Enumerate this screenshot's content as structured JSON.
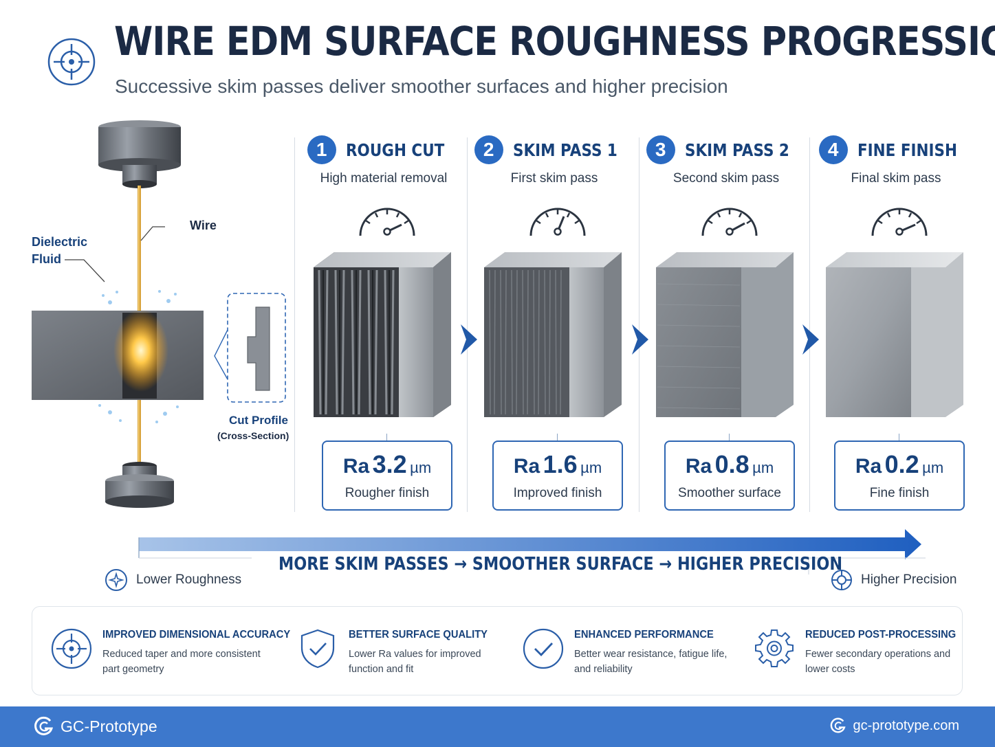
{
  "header": {
    "title": "WIRE EDM SURFACE ROUGHNESS PROGRESSION",
    "subtitle": "Successive skim passes deliver smoother surfaces and higher precision",
    "icon": "crosshair-icon"
  },
  "illustration": {
    "dielectric_label_line1": "Dielectric",
    "dielectric_label_line2": "Fluid",
    "wire_label": "Wire",
    "cut_profile_label": "Cut Profile",
    "cut_profile_sub": "(Cross-Section)"
  },
  "stages": [
    {
      "number": "1",
      "title": "ROUGH CUT",
      "subtitle": "High material removal",
      "ra_prefix": "Ra",
      "ra_value": "3.2",
      "ra_unit": "µm",
      "finish": "Rougher finish",
      "texture": "rough"
    },
    {
      "number": "2",
      "title": "SKIM PASS 1",
      "subtitle": "First skim pass",
      "ra_prefix": "Ra",
      "ra_value": "1.6",
      "ra_unit": "µm",
      "finish": "Improved finish",
      "texture": "medium"
    },
    {
      "number": "3",
      "title": "SKIM PASS 2",
      "subtitle": "Second skim pass",
      "ra_prefix": "Ra",
      "ra_value": "0.8",
      "ra_unit": "µm",
      "finish": "Smoother surface",
      "texture": "fine"
    },
    {
      "number": "4",
      "title": "FINE FINISH",
      "subtitle": "Final skim pass",
      "ra_prefix": "Ra",
      "ra_value": "0.2",
      "ra_unit": "µm",
      "finish": "Fine finish",
      "texture": "smooth"
    }
  ],
  "progress": {
    "text": "MORE SKIM PASSES → SMOOTHER SURFACE → HIGHER PRECISION",
    "left_label": "Lower Roughness",
    "right_label": "Higher Precision"
  },
  "benefits": [
    {
      "icon": "target-icon",
      "title": "IMPROVED DIMENSIONAL ACCURACY",
      "text": "Reduced taper and more consistent part geometry"
    },
    {
      "icon": "shield-check-icon",
      "title": "BETTER SURFACE QUALITY",
      "text": "Lower Ra values for improved function and fit"
    },
    {
      "icon": "checkmark-circle-icon",
      "title": "ENHANCED PERFORMANCE",
      "text": "Better wear resistance, fatigue life, and reliability"
    },
    {
      "icon": "gear-icon",
      "title": "REDUCED POST-PROCESSING",
      "text": "Fewer secondary operations and lower costs"
    }
  ],
  "footer": {
    "brand": "GC-Prototype",
    "url": "gc-prototype.com"
  },
  "colors": {
    "accent": "#2a6ac2",
    "title": "#1b2a44",
    "navy": "#17417a",
    "footer": "#3d78cc"
  }
}
